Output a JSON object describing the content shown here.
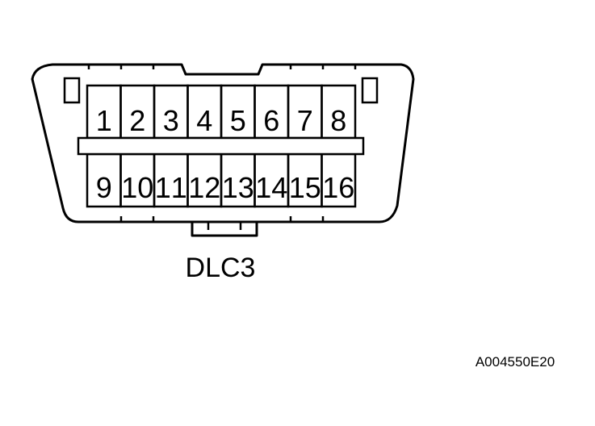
{
  "connector": {
    "name": "DLC3",
    "top_row_pins": [
      "1",
      "2",
      "3",
      "4",
      "5",
      "6",
      "7",
      "8"
    ],
    "bottom_row_pins": [
      "9",
      "10",
      "11",
      "12",
      "13",
      "14",
      "15",
      "16"
    ]
  },
  "figure_code": "A004550E20"
}
